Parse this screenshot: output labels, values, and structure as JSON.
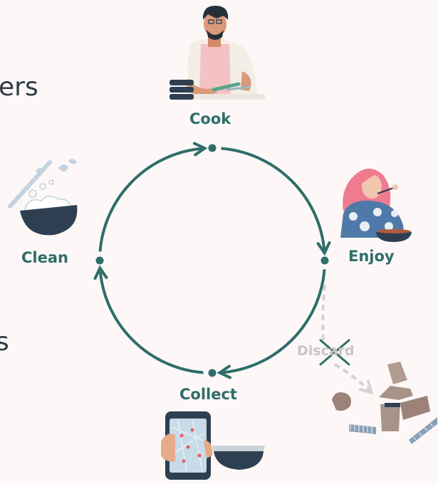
{
  "edge_text": {
    "top": "ers",
    "bottom": "s"
  },
  "cycle": {
    "stages": [
      {
        "id": "cook",
        "label": "Cook"
      },
      {
        "id": "enjoy",
        "label": "Enjoy"
      },
      {
        "id": "collect",
        "label": "Collect"
      },
      {
        "id": "clean",
        "label": "Clean"
      }
    ],
    "discard_label": "Discard"
  },
  "colors": {
    "cycle_teal": "#2f6e6a",
    "navy": "#2e3f52",
    "discard_grey": "#c9c5c4",
    "cross_teal": "#2f6e6a",
    "background": "#fdf8f7"
  },
  "icons": [
    "chef-illustration",
    "woman-eating-illustration",
    "phone-map-illustration",
    "washing-bowl-illustration",
    "discarded-packaging-illustration"
  ]
}
